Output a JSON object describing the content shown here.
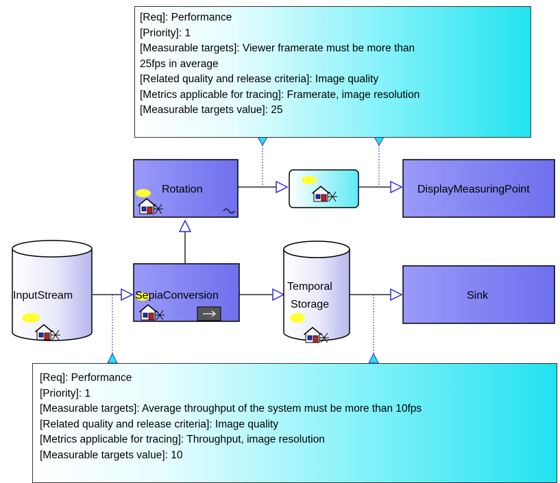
{
  "notes": {
    "top": {
      "lines": [
        "[Req]: Performance",
        "[Priority]: 1",
        "[Measurable targets]: Viewer framerate must be more than",
        "25fps in average",
        "[Related quality and release criteria]: Image quality",
        "[Metrics applicable for tracing]: Framerate, image resolution",
        "[Measurable targets value]: 25"
      ]
    },
    "bottom": {
      "lines": [
        "[Req]: Performance",
        "[Priority]: 1",
        "[Measurable targets]: Average throughput of the system must be more than 10fps",
        "[Related quality and release criteria]: Image quality",
        "[Metrics applicable for tracing]: Throughput, image resolution",
        "[Measurable targets value]: 10"
      ]
    }
  },
  "nodes": {
    "rotation": "Rotation",
    "display_measuring_point": "DisplayMeasuringPoint",
    "input_stream": "InputStream",
    "sepia_conversion": "SepiaConversion",
    "temporal_storage_line1": "Temporal",
    "temporal_storage_line2": "Storage",
    "sink": "Sink"
  },
  "colors": {
    "filter_fill": "#7b7cf3",
    "filter_fill_light": "#b9b9fb",
    "note_cyan": "#22e2f0",
    "connector_blue": "#2b2bd6",
    "highlight_yellow": "#ffff33"
  }
}
